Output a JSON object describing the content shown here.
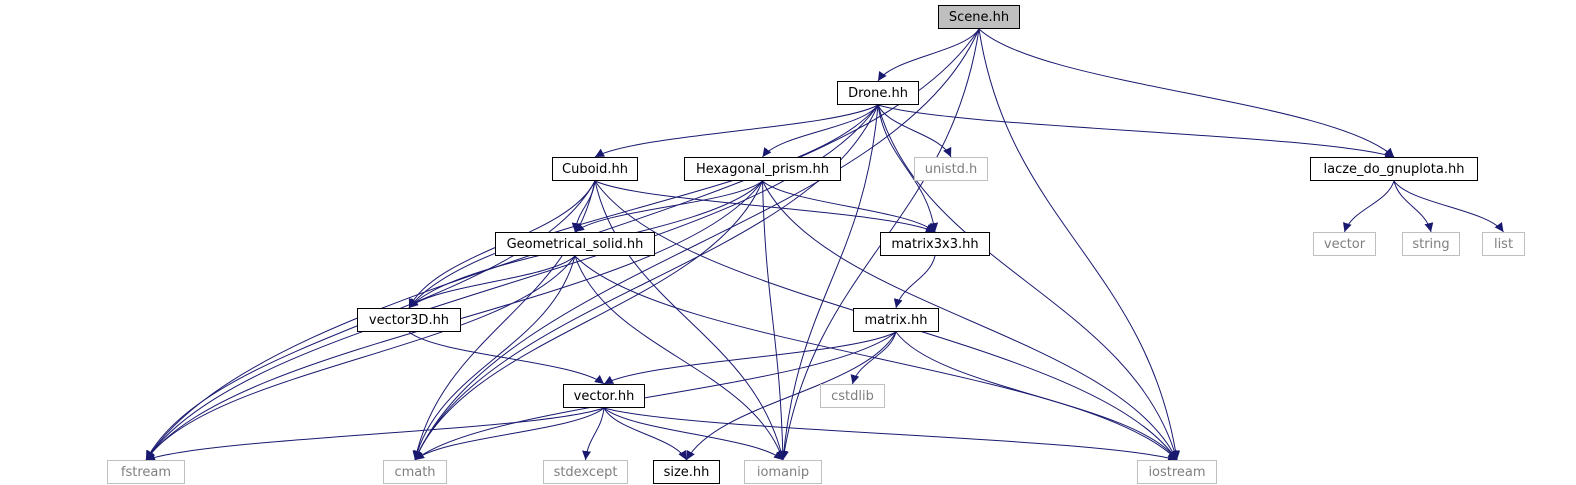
{
  "colors": {
    "edge": "#191970",
    "local_border": "#000000",
    "system_border": "#bfbfbf",
    "system_text": "#7f7f7f",
    "root_fill": "#bfbfbf"
  },
  "nodes": {
    "scene": "Scene.hh",
    "drone": "Drone.hh",
    "cuboid": "Cuboid.hh",
    "hexagonal_prism": "Hexagonal_prism.hh",
    "unistd": "unistd.h",
    "lacze_do_gnuplota": "lacze_do_gnuplota.hh",
    "geometrical_solid": "Geometrical_solid.hh",
    "matrix3x3": "matrix3x3.hh",
    "vector3d": "vector3D.hh",
    "matrix": "matrix.hh",
    "vector_lib": "vector",
    "string_lib": "string",
    "list_lib": "list",
    "cstdlib": "cstdlib",
    "vector_hh": "vector.hh",
    "fstream": "fstream",
    "cmath": "cmath",
    "stdexcept": "stdexcept",
    "size_hh": "size.hh",
    "iomanip": "iomanip",
    "iostream": "iostream"
  },
  "edges": [
    [
      "scene",
      "drone"
    ],
    [
      "scene",
      "lacze_do_gnuplota"
    ],
    [
      "scene",
      "fstream"
    ],
    [
      "scene",
      "cmath"
    ],
    [
      "scene",
      "iomanip"
    ],
    [
      "scene",
      "iostream"
    ],
    [
      "drone",
      "cuboid"
    ],
    [
      "drone",
      "hexagonal_prism"
    ],
    [
      "drone",
      "unistd"
    ],
    [
      "drone",
      "lacze_do_gnuplota"
    ],
    [
      "drone",
      "matrix3x3"
    ],
    [
      "drone",
      "vector3d"
    ],
    [
      "drone",
      "fstream"
    ],
    [
      "drone",
      "cmath"
    ],
    [
      "drone",
      "iomanip"
    ],
    [
      "drone",
      "iostream"
    ],
    [
      "lacze_do_gnuplota",
      "vector_lib"
    ],
    [
      "lacze_do_gnuplota",
      "string_lib"
    ],
    [
      "lacze_do_gnuplota",
      "list_lib"
    ],
    [
      "cuboid",
      "geometrical_solid"
    ],
    [
      "cuboid",
      "matrix3x3"
    ],
    [
      "cuboid",
      "vector3d"
    ],
    [
      "cuboid",
      "fstream"
    ],
    [
      "cuboid",
      "cmath"
    ],
    [
      "cuboid",
      "iomanip"
    ],
    [
      "cuboid",
      "iostream"
    ],
    [
      "hexagonal_prism",
      "geometrical_solid"
    ],
    [
      "hexagonal_prism",
      "matrix3x3"
    ],
    [
      "hexagonal_prism",
      "vector3d"
    ],
    [
      "hexagonal_prism",
      "fstream"
    ],
    [
      "hexagonal_prism",
      "cmath"
    ],
    [
      "hexagonal_prism",
      "iomanip"
    ],
    [
      "hexagonal_prism",
      "iostream"
    ],
    [
      "geometrical_solid",
      "vector3d"
    ],
    [
      "geometrical_solid",
      "fstream"
    ],
    [
      "geometrical_solid",
      "cmath"
    ],
    [
      "geometrical_solid",
      "iomanip"
    ],
    [
      "geometrical_solid",
      "iostream"
    ],
    [
      "matrix3x3",
      "matrix"
    ],
    [
      "vector3d",
      "vector_hh"
    ],
    [
      "matrix",
      "vector_hh"
    ],
    [
      "matrix",
      "cstdlib"
    ],
    [
      "matrix",
      "cmath"
    ],
    [
      "matrix",
      "size_hh"
    ],
    [
      "matrix",
      "iostream"
    ],
    [
      "vector_hh",
      "fstream"
    ],
    [
      "vector_hh",
      "cmath"
    ],
    [
      "vector_hh",
      "stdexcept"
    ],
    [
      "vector_hh",
      "size_hh"
    ],
    [
      "vector_hh",
      "iomanip"
    ],
    [
      "vector_hh",
      "iostream"
    ]
  ]
}
